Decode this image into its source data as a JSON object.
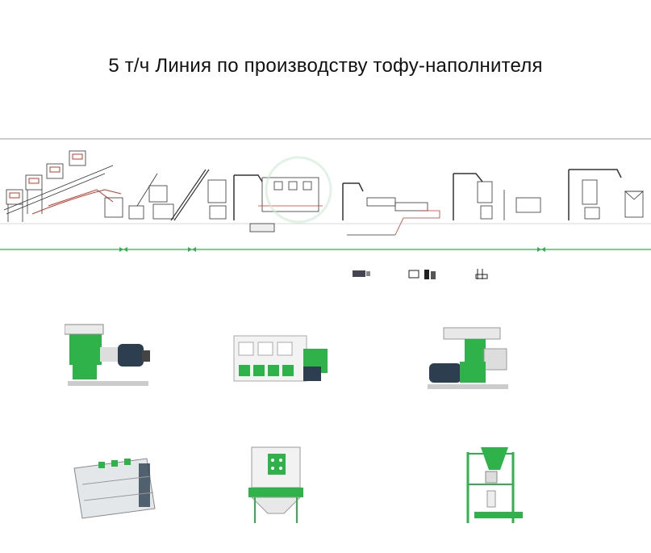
{
  "page": {
    "title": "5 т/ч Линия по производству тофу-наполнителя"
  },
  "colors": {
    "accent": "#2fb24a",
    "line": "#2fb24a",
    "pipe_red": "#c0392b",
    "structure": "#333333",
    "motor": "#2c3e50"
  },
  "process_flow": {
    "icons": [
      "hoppers-icon",
      "conveyor-icon",
      "grinder-icon",
      "mixer-icon",
      "bucket-elevator-icon",
      "dryer-icon",
      "pellet-mill-icon",
      "cooler-icon",
      "packing-scale-icon"
    ]
  },
  "machines": [
    {
      "id": "hammer-mill",
      "icon": "hammer-mill-icon"
    },
    {
      "id": "mixer",
      "icon": "mixer-icon"
    },
    {
      "id": "pellet-mill",
      "icon": "pellet-mill-icon"
    },
    {
      "id": "dryer",
      "icon": "dryer-icon"
    },
    {
      "id": "counterflow-cooler",
      "icon": "cooler-icon"
    },
    {
      "id": "packing-scale",
      "icon": "packing-scale-icon"
    }
  ]
}
